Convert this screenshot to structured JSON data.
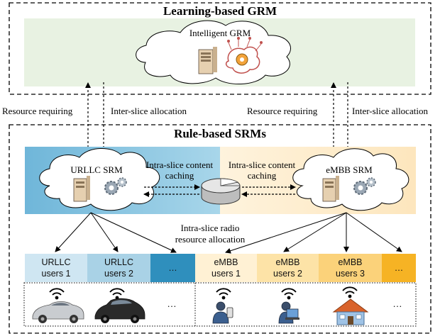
{
  "grm": {
    "title": "Learning-based GRM",
    "cloud_label": "Intelligent GRM"
  },
  "links": {
    "left_up": "Resource requiring",
    "left_down": "Inter-slice allocation",
    "right_up": "Resource requiring",
    "right_down": "Inter-slice allocation"
  },
  "srm": {
    "title": "Rule-based SRMs",
    "urllc_label": "URLLC SRM",
    "embb_label": "eMBB SRM",
    "caching_left": [
      "Intra-slice content",
      "caching"
    ],
    "caching_right": [
      "Intra-slice content",
      "caching"
    ],
    "radio_alloc": [
      "Intra-slice radio",
      "resource allocation"
    ]
  },
  "user_groups": [
    {
      "line1": "URLLC",
      "line2": "users 1",
      "color": "#cfe6f2"
    },
    {
      "line1": "URLLC",
      "line2": "users 2",
      "color": "#a9d2e6"
    },
    {
      "line1": "",
      "line2": "…",
      "color": "#2f8fbd"
    },
    {
      "line1": "eMBB",
      "line2": "users 1",
      "color": "#fff1d4"
    },
    {
      "line1": "eMBB",
      "line2": "users 2",
      "color": "#fde3a7"
    },
    {
      "line1": "eMBB",
      "line2": "users 3",
      "color": "#fbd27a"
    },
    {
      "line1": "",
      "line2": "…",
      "color": "#f6b324"
    }
  ],
  "device_ellipsis_left": "…",
  "device_ellipsis_right": "…",
  "colors": {
    "grm_band": "#e8f2e2",
    "urllc_band": "#7fc0dd",
    "embb_band": "#fdeccd",
    "server": "#e6d0b0"
  }
}
